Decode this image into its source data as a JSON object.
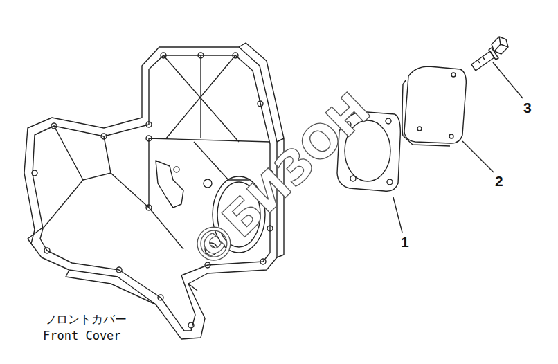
{
  "diagram": {
    "labels": [
      "フロントカバー",
      "Front Cover",
      "1",
      "2",
      "3",
      "©БИЗОН"
    ]
  }
}
